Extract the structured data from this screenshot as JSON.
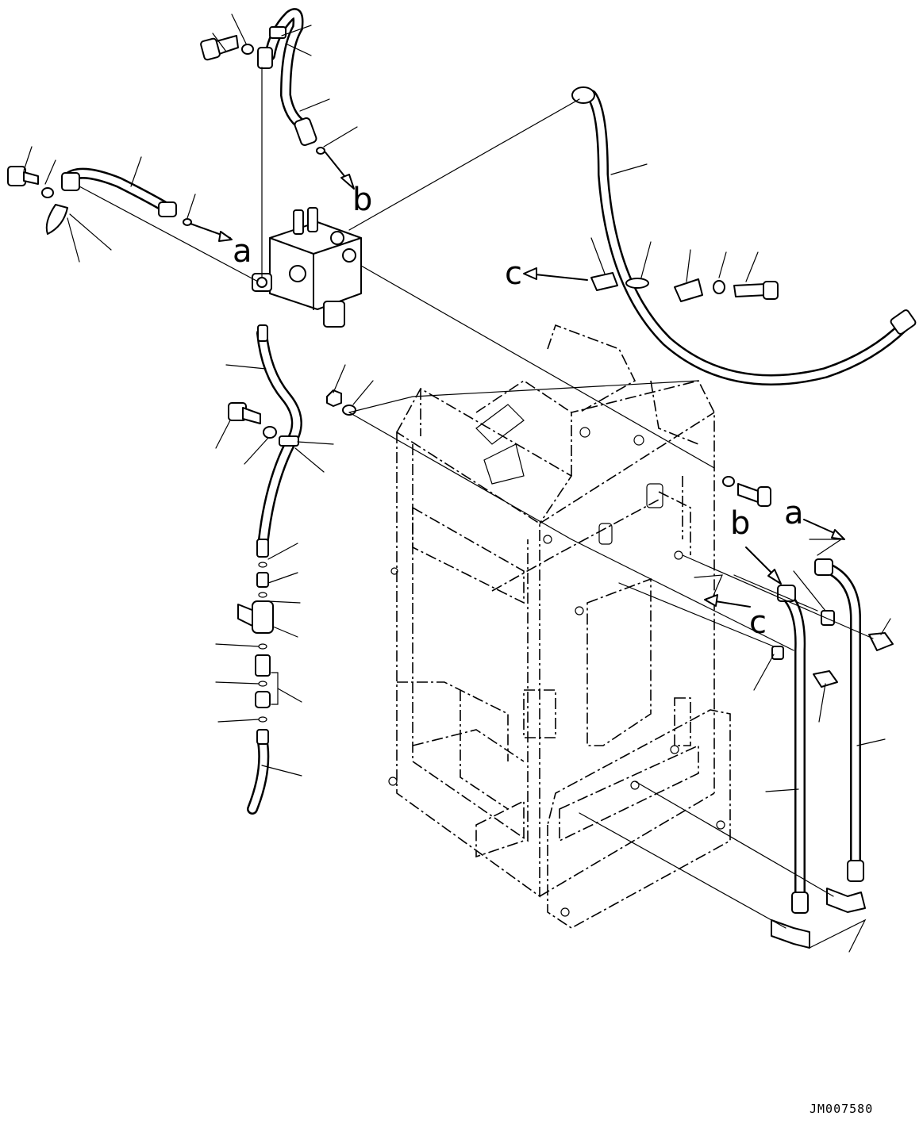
{
  "diagram": {
    "connection_labels": {
      "a_upper": "a",
      "b_upper": "b",
      "c_left": "c",
      "a_right": "a",
      "b_right": "b",
      "c_right": "c"
    },
    "drawing_code": "JM007580"
  }
}
